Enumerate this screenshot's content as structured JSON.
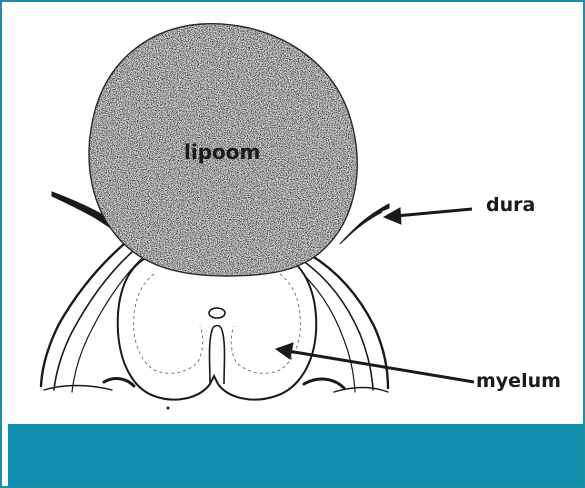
{
  "labels": {
    "lipoma": "lipoom",
    "dura": "dura",
    "myelum": "myelum"
  },
  "colors": {
    "frame": "#1f8fa8",
    "footer_bar": "#0f8fad",
    "ink": "#1a1a1a"
  }
}
